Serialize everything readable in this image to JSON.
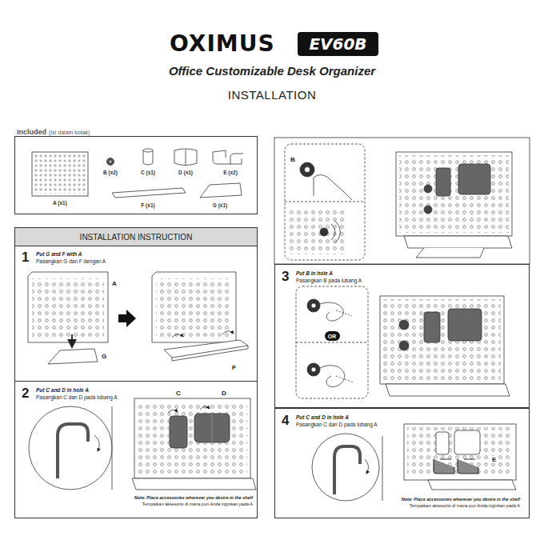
{
  "diagram": {
    "title": "Office Customizable Desk Organizer",
    "nodes": [
      {
        "text": [
          "EV60B"
        ]
      },
      {
        "text": [
          "Included",
          "(Isi dalam kotak)"
        ]
      },
      {
        "text": [
          "INSTALLATION INSTRUCTION"
        ]
      },
      {
        "text": [
          "1",
          "Put G and F with A",
          "Pasangkan G dan F dengan A"
        ],
        "in": 2
      },
      {
        "text": [
          "2",
          "Put C and D in hole A",
          "Pasangkan C dan D pada lubang A"
        ],
        "in": 2
      },
      {
        "text": [
          "3",
          "Put B in hole A",
          "Pasangkan B pada lubang A"
        ]
      },
      {
        "text": [
          "OR"
        ],
        "in": 5
      },
      {
        "text": [
          "4",
          "Put C and D in hole A",
          "Pasangkan C dan D pada lubang A"
        ]
      }
    ],
    "labels": [
      "OXIMUS",
      "INSTALLATION",
      "A (x1)",
      "B (x2)",
      "C (x1)",
      "D (x1)",
      "E (x2)",
      "F (x1)",
      "G (x1)",
      "A",
      "G",
      "F",
      "C",
      "D",
      "Note: Place accessories wherever you desire in the shelf",
      "Tempatkan aksesoris di mana pun Anda inginkan pada A",
      "B",
      "E",
      "Note: Place accessories wherever you desire in the shelf",
      "Tempatkan aksesoris di mana pun Anda inginkan pada A"
    ]
  }
}
